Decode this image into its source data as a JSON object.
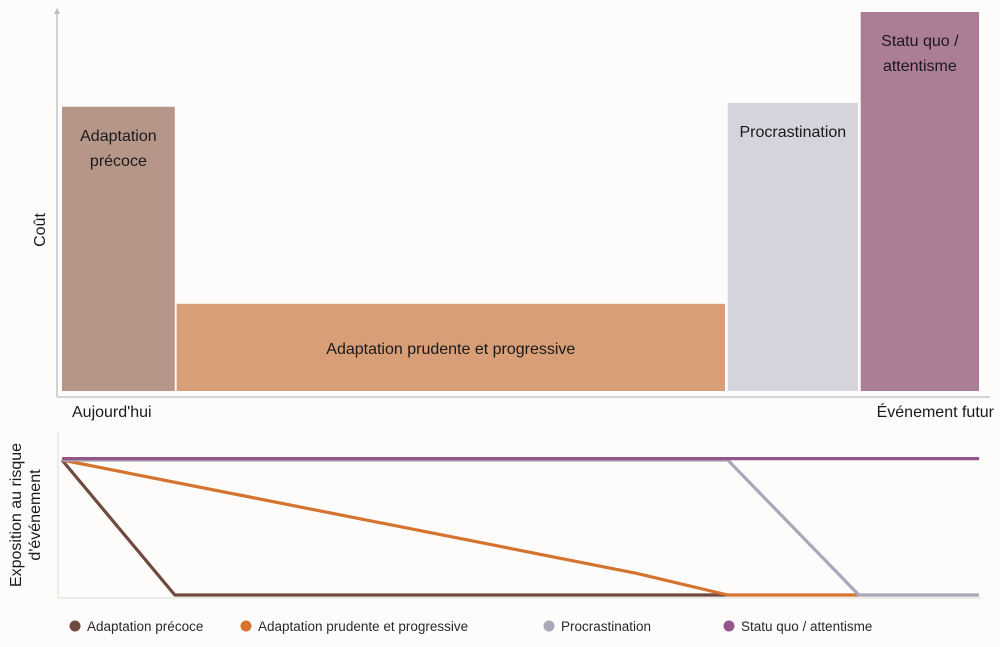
{
  "chart_data": [
    {
      "type": "bar",
      "title": "",
      "ylabel": "Coût",
      "xlabel_start": "Aujourd'hui",
      "xlabel_end": "Événement futur",
      "ylim": [
        0,
        100
      ],
      "bars": [
        {
          "label_lines": [
            "Adaptation",
            "précoce"
          ],
          "value": 75,
          "color": "#b7968a",
          "x_start": 0,
          "x_end": 12.3
        },
        {
          "label_lines": [
            "Adaptation prudente et progressive"
          ],
          "value": 23,
          "color": "#d89e78",
          "x_start": 12.5,
          "x_end": 72.3
        },
        {
          "label_lines": [
            "Procrastination"
          ],
          "value": 76,
          "color": "#d5d4dc",
          "x_start": 72.6,
          "x_end": 86.8
        },
        {
          "label_lines": [
            "Statu quo /",
            "attentisme"
          ],
          "value": 100,
          "color": "#ab7d97",
          "x_start": 87.1,
          "x_end": 100
        }
      ]
    },
    {
      "type": "line",
      "ylabel_lines": [
        "Exposition au risque",
        "d'événement"
      ],
      "ylim": [
        0,
        1
      ],
      "xlim": [
        0,
        100
      ],
      "series": [
        {
          "name": "Adaptation précoce",
          "color": "#6e4a40",
          "x": [
            0,
            12.3,
            72.5
          ],
          "y": [
            1,
            0,
            0
          ]
        },
        {
          "name": "Adaptation prudente et progressive",
          "color": "#d4742f",
          "x": [
            0,
            62.7,
            72.6,
            86.9
          ],
          "y": [
            1,
            0.16,
            0,
            0
          ]
        },
        {
          "name": "Procrastination",
          "color": "#a9a8b8",
          "x": [
            0,
            72.6,
            86.9,
            100
          ],
          "y": [
            1,
            1,
            0,
            0
          ]
        },
        {
          "name": "Statu quo / attentisme",
          "color": "#93558a",
          "x": [
            0,
            100
          ],
          "y": [
            1.01,
            1.01
          ]
        }
      ],
      "legend_position": "bottom"
    }
  ]
}
